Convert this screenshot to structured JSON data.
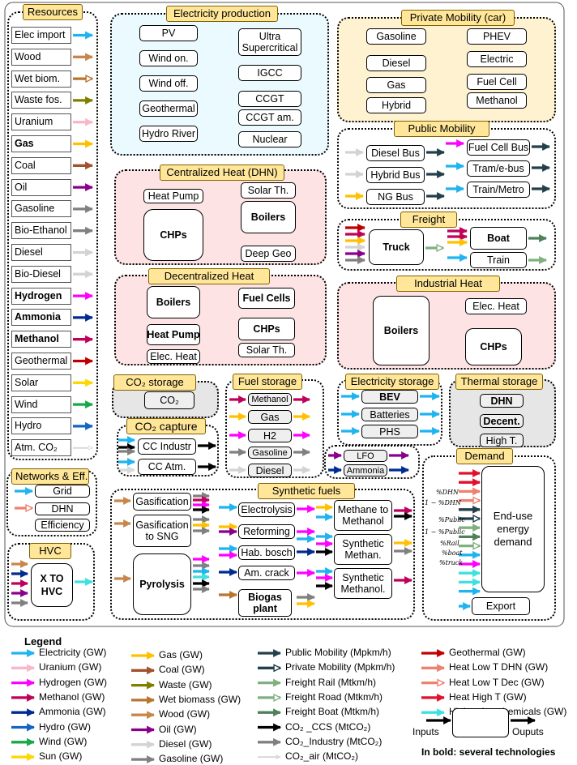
{
  "groups": {
    "resources": "Resources",
    "electricity_production": "Electricity production",
    "private_mobility": "Private Mobility (car)",
    "public_mobility": "Public Mobility",
    "freight": "Freight",
    "centralized_heat": "Centralized Heat (DHN)",
    "decentralized_heat": "Decentralized Heat",
    "industrial_heat": "Industrial Heat",
    "co2_storage": "CO₂ storage",
    "co2_capture": "CO₂ capture",
    "fuel_storage": "Fuel storage",
    "electricity_storage": "Electricity storage",
    "thermal_storage": "Thermal storage",
    "demand": "Demand",
    "networks": "Networks & Eff.",
    "synthetic_fuels": "Synthetic fuels",
    "hvc": "HVC"
  },
  "resources": [
    "Elec import",
    "Wood",
    "Wet biom.",
    "Waste fos.",
    "Uranium",
    "Gas",
    "Coal",
    "Oil",
    "Gasoline",
    "Bio-Ethanol",
    "Diesel",
    "Bio-Diesel",
    "Hydrogen",
    "Ammonia",
    "Methanol",
    "Geothermal",
    "Solar",
    "Wind",
    "Hydro",
    "Atm. CO₂"
  ],
  "tech": {
    "pv": "PV",
    "wind_on": "Wind on.",
    "wind_off": "Wind off.",
    "geothermal": "Geothermal",
    "hydro_river": "Hydro River",
    "ultra_sc": "Ultra Supercritical",
    "igcc": "IGCC",
    "ccgt": "CCGT",
    "ccgt_am": "CCGT am.",
    "nuclear": "Nuclear",
    "gasoline": "Gasoline",
    "diesel": "Diesel",
    "gas": "Gas",
    "hybrid": "Hybrid",
    "phev": "PHEV",
    "electric": "Electric",
    "fuel_cell": "Fuel Cell",
    "methanol": "Methanol",
    "diesel_bus": "Diesel Bus",
    "hybrid_bus": "Hybrid Bus",
    "ng_bus": "NG Bus",
    "fc_bus": "Fuel Cell Bus",
    "tram": "Tram/e-bus",
    "train_metro": "Train/Metro",
    "truck": "Truck",
    "boat": "Boat",
    "train": "Train",
    "heat_pump": "Heat Pump",
    "chps": "CHPs",
    "solar_th": "Solar Th.",
    "boilers": "Boilers",
    "deep_geo": "Deep Geo",
    "d_boilers": "Boilers",
    "d_heat_pump": "Heat Pump",
    "d_elec_heat": "Elec. Heat",
    "d_fuel_cells": "Fuel Cells",
    "d_chps": "CHPs",
    "d_solar_th": "Solar Th.",
    "i_boilers": "Boilers",
    "i_elec_heat": "Elec. Heat",
    "i_chps": "CHPs",
    "co2": "CO₂",
    "cc_indus": "CC Industr",
    "cc_atm": "CC Atm.",
    "fs_methanol": "Methanol",
    "fs_gas": "Gas",
    "fs_h2": "H2",
    "fs_gasoline": "Gasoline",
    "fs_diesel": "Diesel",
    "fs_lfo": "LFO",
    "fs_ammonia": "Ammonia",
    "bev": "BEV",
    "batteries": "Batteries",
    "phs": "PHS",
    "ts_dhn": "DHN",
    "ts_decent": "Decent.",
    "ts_hight": "High T.",
    "end_use": "End-use energy demand",
    "export": "Export",
    "grid": "Grid",
    "dhn": "DHN",
    "efficiency": "Efficiency",
    "gasification": "Gasification",
    "gasif_sng": "Gasification to SNG",
    "pyrolysis": "Pyrolysis",
    "electrolysis": "Electrolysis",
    "reforming": "Reforming",
    "hab_bosch": "Hab. bosch",
    "am_crack": "Am. crack",
    "biogas": "Biogas plant",
    "meth_to_meth": "Methane to Methanol",
    "syn_methan": "Synthetic Methan.",
    "syn_methanol": "Synthetic Methanol.",
    "hvc": "X TO HVC"
  },
  "demand_shares": [
    "%DHN",
    "1 − %DHN",
    "%Public",
    "1 − %Public",
    "%Rail",
    "%boat",
    "%truck"
  ],
  "legend": {
    "title": "Legend",
    "items": [
      {
        "label": "Electricity (GW)",
        "color": "#1fb4f0",
        "head": "filled"
      },
      {
        "label": "Uranium (GW)",
        "color": "#f9b8c8",
        "head": "filled"
      },
      {
        "label": "Hydrogen (GW)",
        "color": "#ff00ff",
        "head": "filled"
      },
      {
        "label": "Methanol (GW)",
        "color": "#c0005a",
        "head": "filled"
      },
      {
        "label": "Ammonia (GW)",
        "color": "#002b8f",
        "head": "filled"
      },
      {
        "label": "Hydro (GW)",
        "color": "#1565c0",
        "head": "filled"
      },
      {
        "label": "Wind (GW)",
        "color": "#17a84a",
        "head": "filled"
      },
      {
        "label": "Sun (GW)",
        "color": "#ffd700",
        "head": "filled"
      },
      {
        "label": "Gas (GW)",
        "color": "#ffc000",
        "head": "filled"
      },
      {
        "label": "Coal (GW)",
        "color": "#a0522d",
        "head": "filled"
      },
      {
        "label": "Waste (GW)",
        "color": "#7f7f00",
        "head": "filled"
      },
      {
        "label": "Wet biomass (GW)",
        "color": "#b8752e",
        "head": "filled"
      },
      {
        "label": "Wood (GW)",
        "color": "#c8874a",
        "head": "filled"
      },
      {
        "label": "Oil (GW)",
        "color": "#8b008b",
        "head": "filled"
      },
      {
        "label": "Diesel (GW)",
        "color": "#d3d3d3",
        "head": "filled"
      },
      {
        "label": "Gasoline (GW)",
        "color": "#808080",
        "head": "filled"
      },
      {
        "label": "Public Mobility (Mpkm/h)",
        "color": "#23404a",
        "head": "filled"
      },
      {
        "label": "Private Mobility (Mpkm/h)",
        "color": "#23404a",
        "head": "open"
      },
      {
        "label": "Freight Rail (Mtkm/h)",
        "color": "#80b080",
        "head": "filled"
      },
      {
        "label": "Freight Road (Mtkm/h)",
        "color": "#80b080",
        "head": "open"
      },
      {
        "label": "Freight Boat (Mtkm/h)",
        "color": "#50805a",
        "head": "filled"
      },
      {
        "label": "CO₂ _CCS (MtCO₂)",
        "color": "#000000",
        "head": "filled"
      },
      {
        "label": "CO₂_Industry (MtCO₂)",
        "color": "#808080",
        "head": "filled"
      },
      {
        "label": "CO₂_air (MtCO₂)",
        "color": "#d9d9d9",
        "head": "filled"
      },
      {
        "label": "Geothermal (GW)",
        "color": "#c00000",
        "head": "filled"
      },
      {
        "label": "Heat Low T DHN (GW)",
        "color": "#f08070",
        "head": "filled"
      },
      {
        "label": "Heat Low T Dec (GW)",
        "color": "#f08070",
        "head": "open"
      },
      {
        "label": "Heat High T (GW)",
        "color": "#e0102e",
        "head": "filled"
      },
      {
        "label": "High value chemicals (GW)",
        "color": "#40e0e0",
        "head": "filled"
      }
    ],
    "inputs": "Inputs",
    "outputs": "Ouputs",
    "note": "In bold: several technologies"
  },
  "colors": {
    "elec": "#1fb4f0",
    "uranium": "#f9b8c8",
    "h2": "#ff00ff",
    "methanol": "#c0005a",
    "ammonia": "#002b8f",
    "hydro": "#1565c0",
    "wind": "#17a84a",
    "sun": "#ffd700",
    "gas": "#ffc000",
    "coal": "#a0522d",
    "waste": "#7f7f00",
    "wetbio": "#b8752e",
    "wood": "#c8874a",
    "oil": "#8b008b",
    "diesel": "#d3d3d3",
    "gasoline": "#808080",
    "mob": "#23404a",
    "frail": "#80b080",
    "fboat": "#50805a",
    "co2ccs": "#000000",
    "co2ind": "#808080",
    "co2air": "#d9d9d9",
    "geo": "#c00000",
    "heatlt": "#f08070",
    "heatht": "#e0102e",
    "hvc": "#40e0e0"
  }
}
